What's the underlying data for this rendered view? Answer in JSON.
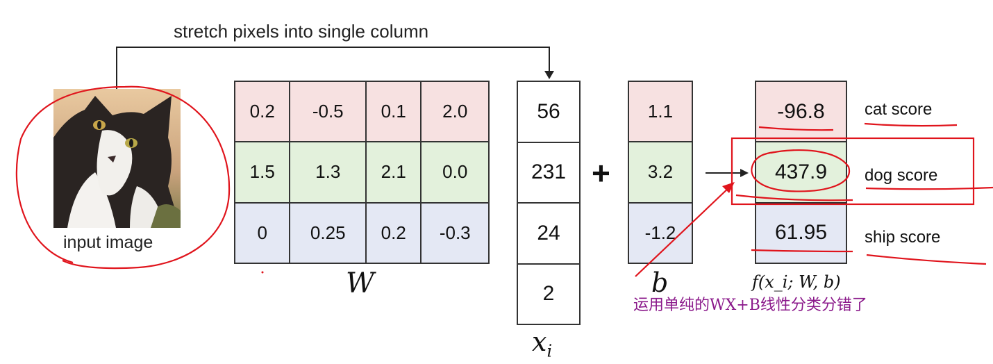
{
  "top_caption": "stretch pixels into single column",
  "input_image_label": "input image",
  "weights": {
    "label": "W",
    "rows": [
      [
        "0.2",
        "-0.5",
        "0.1",
        "2.0"
      ],
      [
        "1.5",
        "1.3",
        "2.1",
        "0.0"
      ],
      [
        "0",
        "0.25",
        "0.2",
        "-0.3"
      ]
    ]
  },
  "x_vector": {
    "label_base": "x",
    "label_sub": "i",
    "values": [
      "56",
      "231",
      "24",
      "2"
    ]
  },
  "plus": "+",
  "bias": {
    "label": "b",
    "values": [
      "1.1",
      "3.2",
      "-1.2"
    ]
  },
  "output": {
    "label": "f(x_i; W, b)",
    "values": [
      "-96.8",
      "437.9",
      "61.95"
    ],
    "scores": [
      "cat score",
      "dog score",
      "ship score"
    ]
  },
  "annotation_text": "运用单纯的WX+B线性分类分错了",
  "colors": {
    "row_cat": "#f7e1e1",
    "row_dog": "#e3f1dc",
    "row_ship": "#e4e8f4",
    "pen_red": "#e0141c",
    "annotation_purple": "#8b1a8b"
  }
}
